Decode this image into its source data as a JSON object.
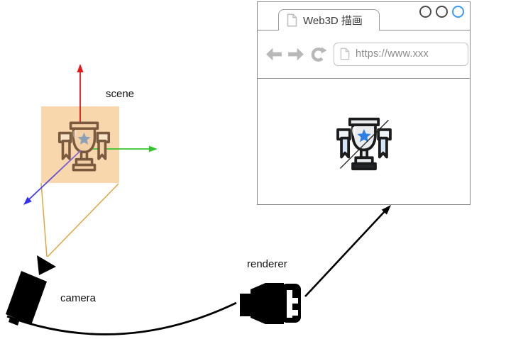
{
  "diagram": {
    "scene_label": "scene",
    "camera_label": "camera",
    "renderer_label": "renderer",
    "icons": {
      "scene_object": "trophy-icon",
      "camera": "video-camera-icon",
      "renderer": "plug-icon"
    },
    "axes": [
      {
        "name": "up-axis",
        "color": "#e81616"
      },
      {
        "name": "right-axis",
        "color": "#35c42d"
      },
      {
        "name": "depth-axis",
        "color": "#3a35e8"
      }
    ],
    "colors": {
      "scene_background": "#f9d7ad",
      "frustum_lines": "#e2a43e",
      "flow_lines": "#000000"
    }
  },
  "browser": {
    "tab_title": "Web3D 描画",
    "url": "https://www.xxx",
    "window_controls_count": 3,
    "accent_color": "#3b9bf8",
    "content_icon": "trophy-icon"
  }
}
